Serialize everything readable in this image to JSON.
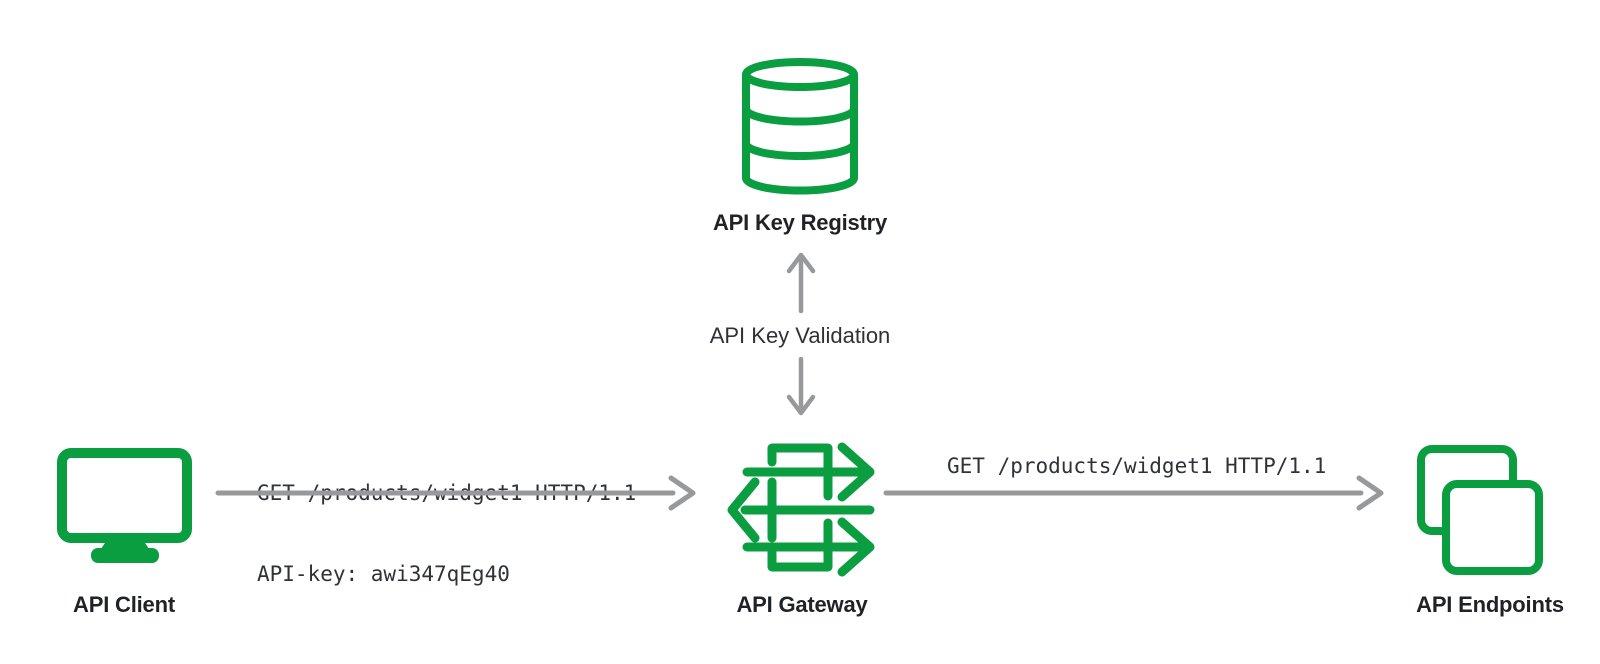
{
  "colors": {
    "green": "#0A9E41",
    "gray": "#98999B",
    "label": "#1F2226",
    "text": "#2F3236"
  },
  "nodes": {
    "registry": {
      "label": "API Key Registry",
      "icon": "database-icon"
    },
    "client": {
      "label": "API Client",
      "icon": "monitor-icon"
    },
    "gateway": {
      "label": "API Gateway",
      "icon": "gateway-arrows-icon"
    },
    "endpoints": {
      "label": "API Endpoints",
      "icon": "stacked-squares-icon"
    }
  },
  "edges": {
    "validation": {
      "label": "API Key Validation",
      "direction": "bidirectional"
    },
    "client_to_gateway": {
      "request_line1": "GET /products/widget1 HTTP/1.1",
      "request_line2": "API-key: awi347qEg40"
    },
    "gateway_to_endpoints": {
      "request_line1": "GET /products/widget1 HTTP/1.1"
    }
  }
}
